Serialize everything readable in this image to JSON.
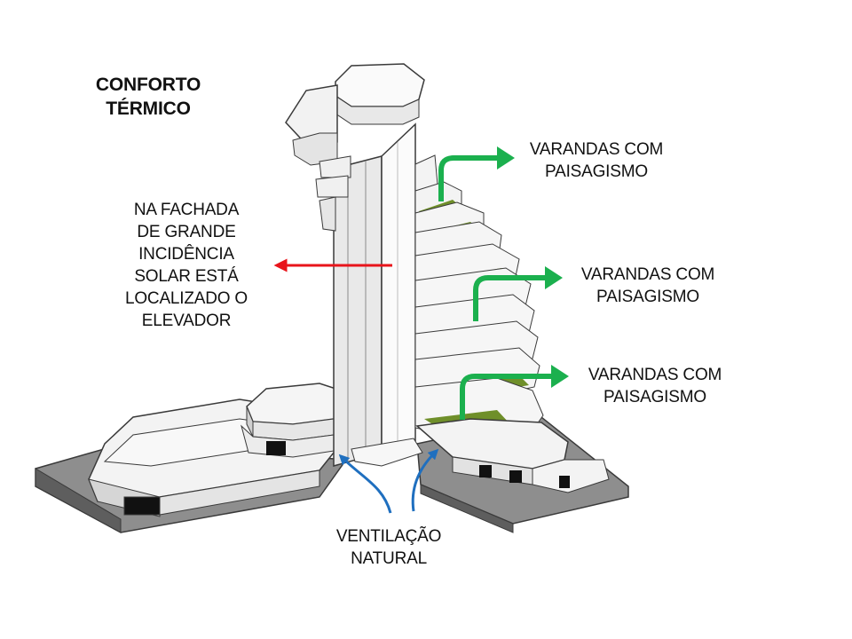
{
  "title": {
    "line1": "CONFORTO",
    "line2": "TÉRMICO"
  },
  "elevator_note": {
    "lines": [
      "NA FACHADA",
      "DE GRANDE",
      "INCIDÊNCIA",
      "SOLAR ESTÁ",
      "LOCALIZADO O",
      "ELEVADOR"
    ]
  },
  "balconies": [
    {
      "line1": "VARANDAS COM",
      "line2": "PAISAGISMO"
    },
    {
      "line1": "VARANDAS COM",
      "line2": "PAISAGISMO"
    },
    {
      "line1": "VARANDAS COM",
      "line2": "PAISAGISMO"
    }
  ],
  "ventilation": {
    "line1": "VENTILAÇÃO",
    "line2": "NATURAL"
  },
  "colors": {
    "arrow_sun": "#e8141b",
    "arrow_green": "#1bb04e",
    "arrow_wind": "#1f6fbf",
    "ground": "#8c8c8c",
    "building": "#f4f4f4",
    "vegetation": "#6f8f2a",
    "outline": "#3a3a3a"
  }
}
